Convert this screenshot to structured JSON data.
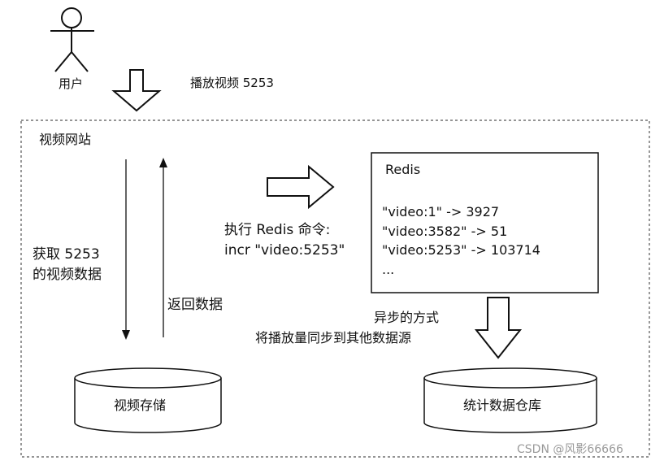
{
  "user": {
    "label": "用户",
    "action": "播放视频 5253"
  },
  "website": {
    "label": "视频网站"
  },
  "flow": {
    "fetch_line1": "获取 5253",
    "fetch_line2": "的视频数据",
    "return_label": "返回数据",
    "command_line1": "执行 Redis 命令:",
    "command_line2": "incr \"video:5253\"",
    "async_line1": "异步的方式",
    "async_line2": "将播放量同步到其他数据源"
  },
  "redis": {
    "title": "Redis",
    "entries": [
      "\"video:1\" -> 3927",
      "\"video:3582\" -> 51",
      "\"video:5253\" -> 103714",
      "..."
    ]
  },
  "storage": {
    "video_store": "视频存储",
    "warehouse": "统计数据仓库"
  },
  "watermark": "CSDN @风影66666"
}
